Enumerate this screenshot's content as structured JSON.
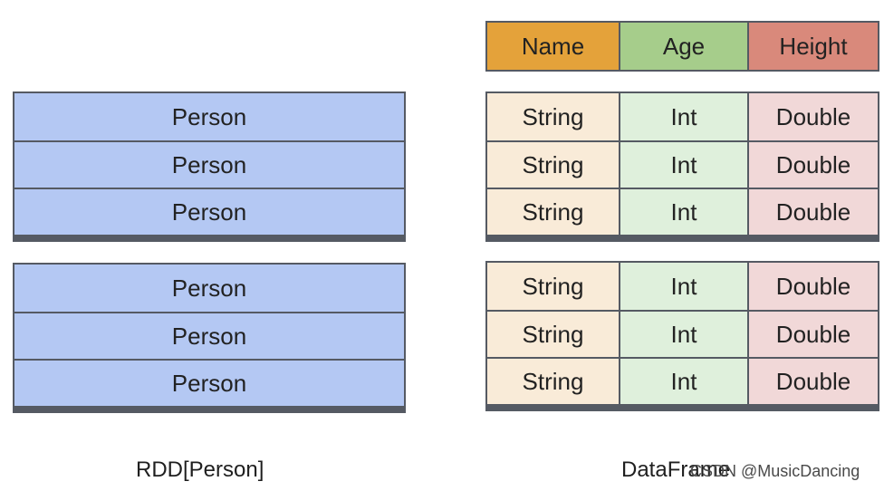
{
  "rdd": {
    "blocks": [
      [
        "Person",
        "Person",
        "Person"
      ],
      [
        "Person",
        "Person",
        "Person"
      ]
    ],
    "caption": "RDD[Person]"
  },
  "dataframe": {
    "headers": [
      "Name",
      "Age",
      "Height"
    ],
    "blocks": [
      [
        [
          "String",
          "Int",
          "Double"
        ],
        [
          "String",
          "Int",
          "Double"
        ],
        [
          "String",
          "Int",
          "Double"
        ]
      ],
      [
        [
          "String",
          "Int",
          "Double"
        ],
        [
          "String",
          "Int",
          "Double"
        ],
        [
          "String",
          "Int",
          "Double"
        ]
      ]
    ],
    "caption": "DataFrame"
  },
  "watermark": "CSDN @MusicDancing",
  "colors": {
    "person_fill": "#b4c8f3",
    "name_header": "#e4a23a",
    "age_header": "#a6cd8b",
    "height_header": "#d9897b",
    "name_cell": "#f9ebd8",
    "age_cell": "#dff0dc",
    "height_cell": "#f1d8d8",
    "border": "#555a63"
  }
}
